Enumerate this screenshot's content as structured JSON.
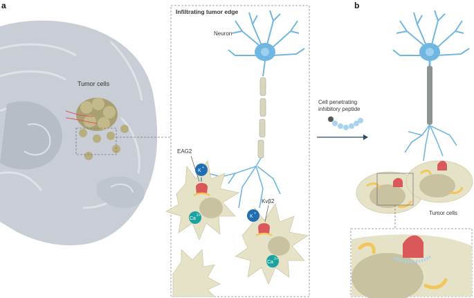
{
  "panels": {
    "a": {
      "letter": "a",
      "brain_label": "Tumor cells",
      "inset_title": "Infiltrating tumor edge",
      "neuron_label": "Neuron",
      "channel_label": "EAG2",
      "subunit_label": "Kvβ2",
      "ion_k": "K",
      "ion_k_charge": "+",
      "ion_ca": "Ca",
      "ion_ca_charge": "2+"
    },
    "b": {
      "letter": "b",
      "peptide_label_line1": "Cell penetrating",
      "peptide_label_line2": "inhibitory peptide",
      "tumor_label": "Tumor cells"
    }
  },
  "colors": {
    "brain": "#c9ced6",
    "brain_fold": "#dfe3e9",
    "neuron": "#6fb6e0",
    "neuron_axon": "#d8d6bf",
    "tumor_cell": "#e6e2c8",
    "tumor_nucleus": "#c8c2a0",
    "channel": "#d9585a",
    "potassium": "#1f6fb2",
    "calcium": "#1aa3a0",
    "peptide": "#a9d3ec",
    "arrow": "#274b6d"
  }
}
